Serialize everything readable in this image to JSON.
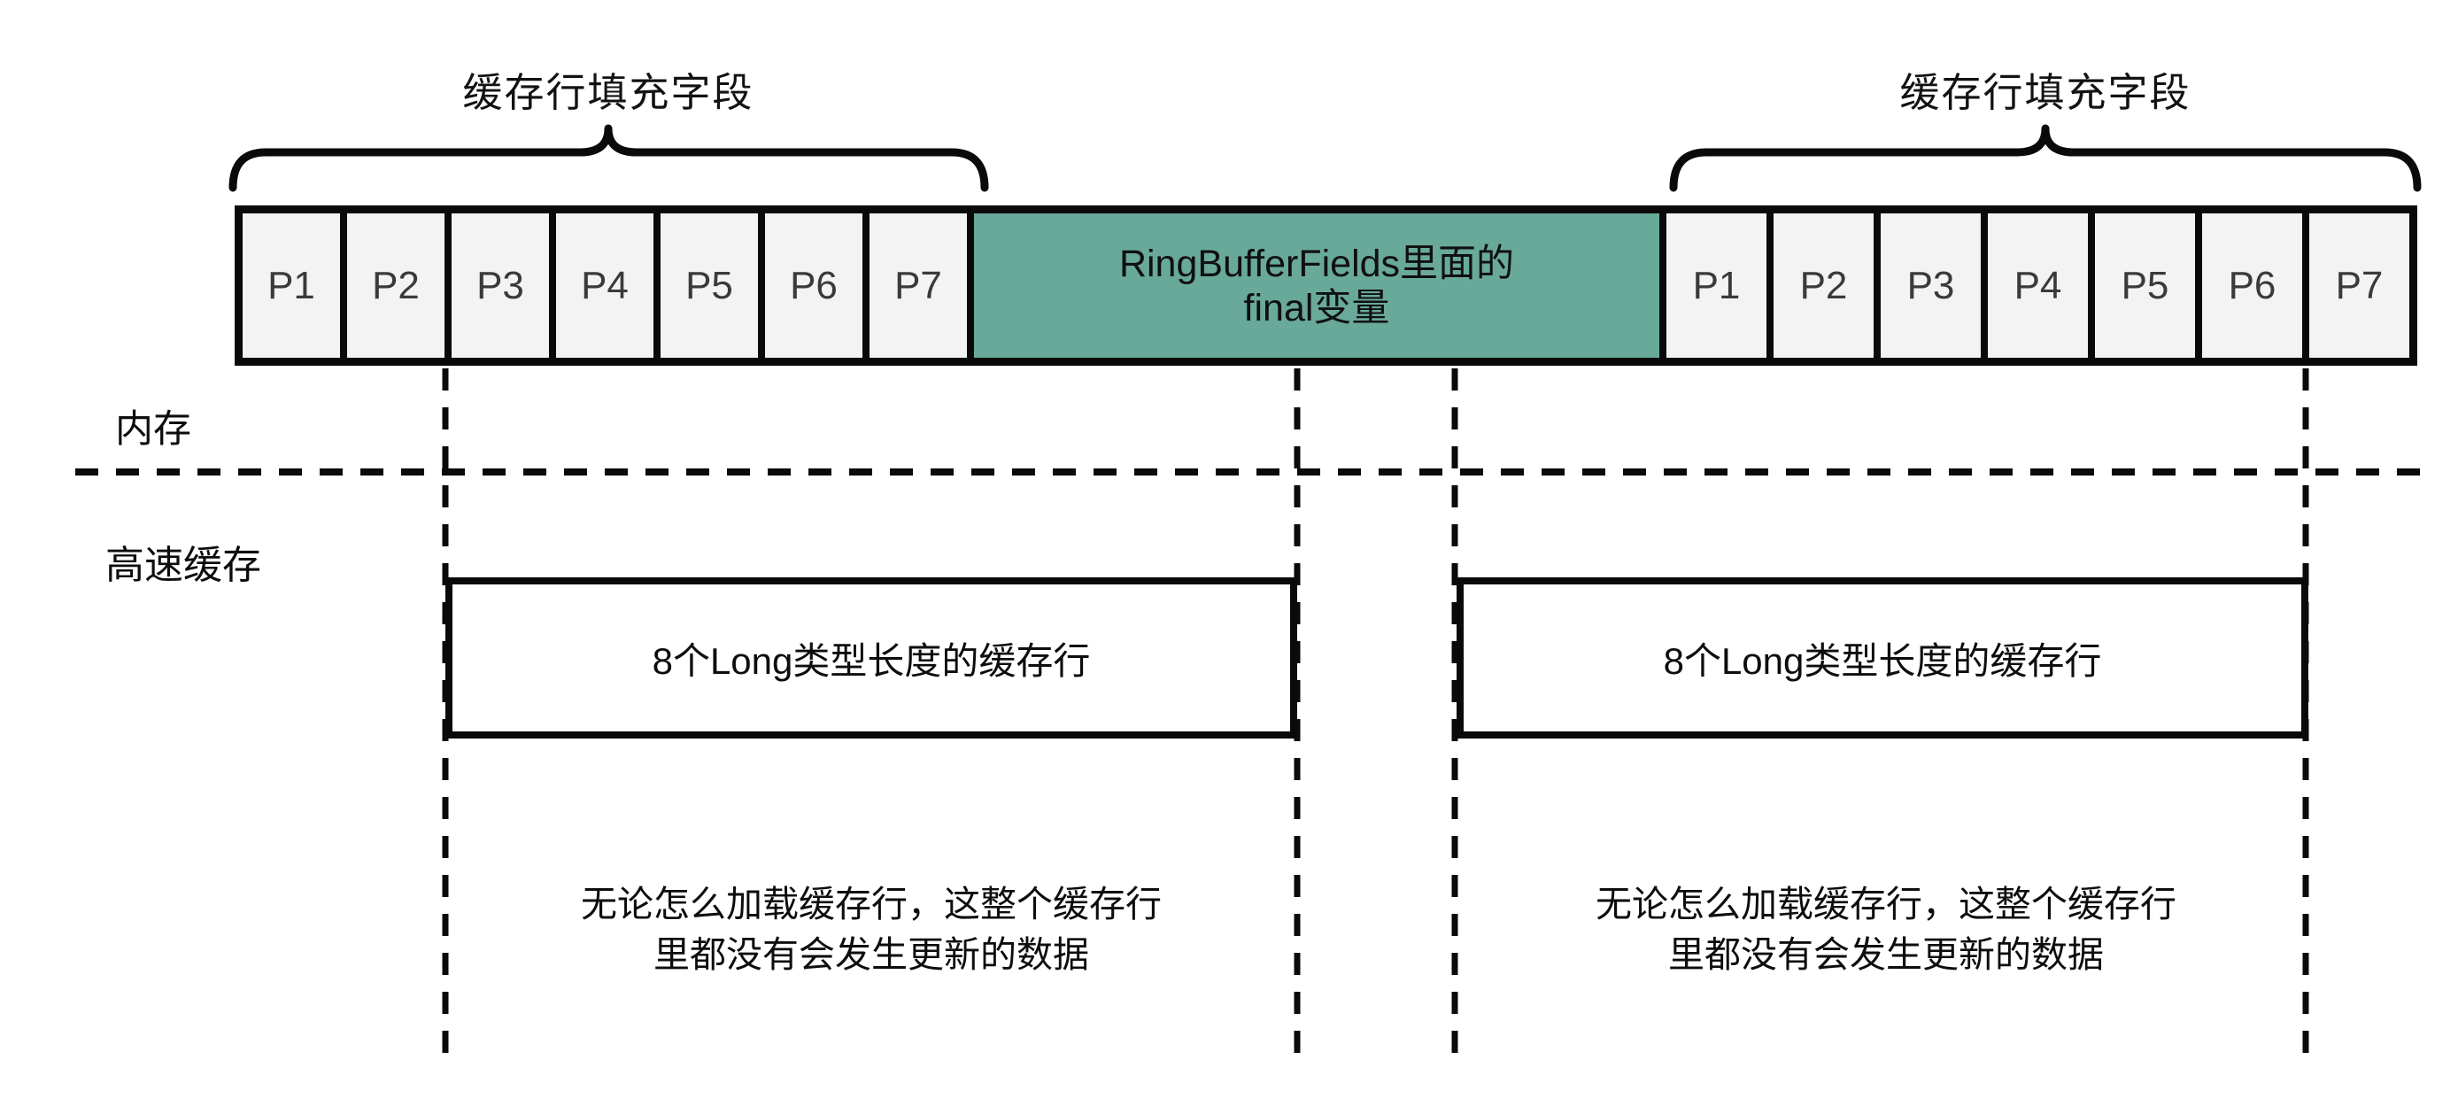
{
  "labels": {
    "left_brace": "缓存行填充字段",
    "right_brace": "缓存行填充字段",
    "memory": "内存",
    "cache": "高速缓存"
  },
  "row": {
    "left_cells": [
      "P1",
      "P2",
      "P3",
      "P4",
      "P5",
      "P6",
      "P7"
    ],
    "center": {
      "line1": "RingBufferFields里面的",
      "line2": "final变量"
    },
    "right_cells": [
      "P1",
      "P2",
      "P3",
      "P4",
      "P5",
      "P6",
      "P7"
    ]
  },
  "cache_lines": {
    "left": {
      "title": "8个Long类型长度的缓存行",
      "note1": "无论怎么加载缓存行，这整个缓存行",
      "note2": "里都没有会发生更新的数据"
    },
    "right": {
      "title": "8个Long类型长度的缓存行",
      "note1": "无论怎么加载缓存行，这整个缓存行",
      "note2": "里都没有会发生更新的数据"
    }
  },
  "colors": {
    "highlight_fill": "#68a99a",
    "cell_fill": "#f3f3f3",
    "stroke": "#000000"
  }
}
